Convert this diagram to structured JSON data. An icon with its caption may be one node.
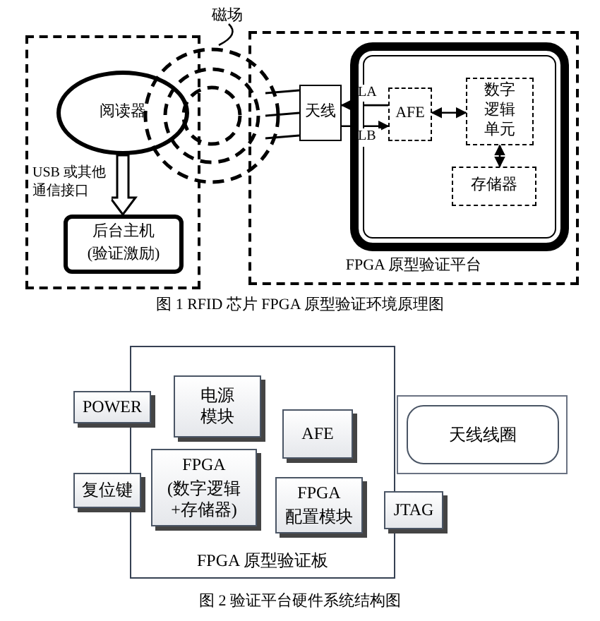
{
  "diagram": {
    "nodes": [
      {
        "text": [],
        "shape": "box"
      },
      {
        "text": [
          "阅读器"
        ],
        "in": 0
      },
      {
        "text": [
          "后台主机",
          "(验证激励)"
        ],
        "in": 0
      },
      {
        "text": [],
        "shape": "circle"
      },
      {
        "text": [
          "磁场"
        ]
      },
      {
        "text": [
          "FPGA 原型验证平台"
        ]
      },
      {
        "text": [
          "天线"
        ],
        "in": 5
      },
      {
        "text": [],
        "shape": "box",
        "in": 5
      },
      {
        "text": [
          "AFE"
        ],
        "in": 7
      },
      {
        "text": [
          "数字逻辑单元"
        ],
        "in": 7
      },
      {
        "text": [
          "存储器"
        ],
        "in": 7
      },
      {
        "text": [
          "FPGA 原型验证板"
        ]
      },
      {
        "text": [
          "POWER"
        ]
      },
      {
        "text": [
          "电源模块"
        ],
        "in": 11
      },
      {
        "text": [
          "AFE"
        ],
        "in": 11
      },
      {
        "text": [],
        "shape": "box"
      },
      {
        "text": [
          "天线线圈"
        ],
        "in": 15
      },
      {
        "text": [
          "FPGA",
          "(数字逻辑+存储器)"
        ],
        "in": 11
      },
      {
        "text": [
          "复位键"
        ]
      },
      {
        "text": [
          "FPGA",
          "配置模块"
        ],
        "in": 11
      },
      {
        "text": [
          "JTAG"
        ]
      }
    ],
    "edges": [
      {
        "from": 1,
        "to": 2,
        "arrow": "to",
        "label": "USB 或其他通信接口",
        "style": "thick"
      },
      {
        "from": 4,
        "to": 3,
        "arrow": "none"
      },
      {
        "from": 3,
        "to": 6,
        "arrow": "none"
      },
      {
        "from": 8,
        "to": 6,
        "arrow": "to",
        "label": "LA"
      },
      {
        "from": 6,
        "to": 8,
        "arrow": "to",
        "label": "LB"
      },
      {
        "from": 8,
        "to": 9,
        "arrow": "both"
      },
      {
        "from": 9,
        "to": 10,
        "arrow": "both"
      }
    ],
    "labels": [
      "图 1 RFID 芯片 FPGA 原型验证环境原理图",
      "图 2 验证平台硬件系统结构图"
    ]
  }
}
